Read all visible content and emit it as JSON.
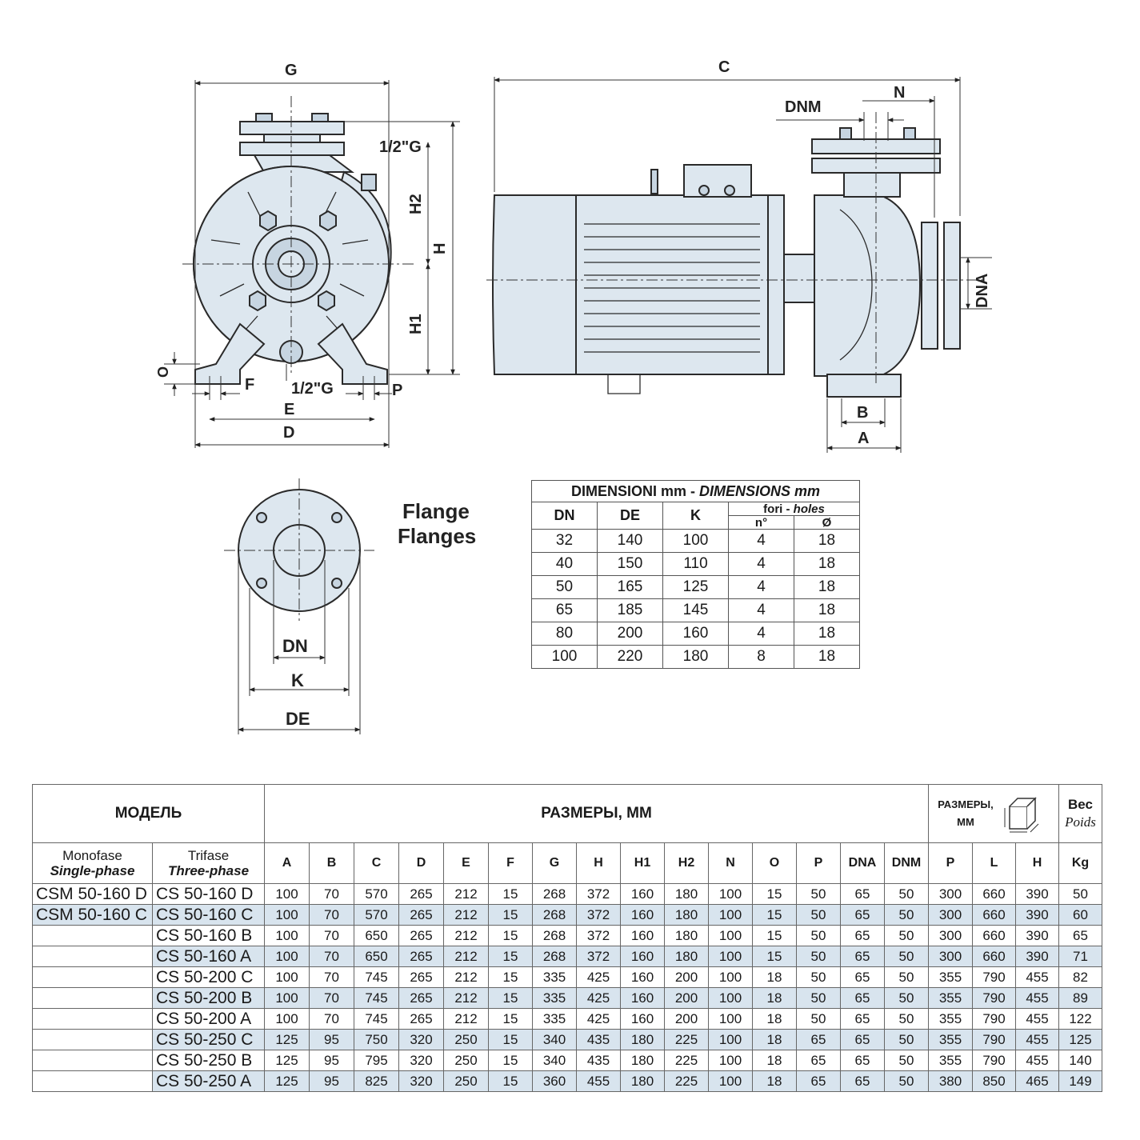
{
  "drawing": {
    "front_view_labels": {
      "G": "G",
      "H2": "H2",
      "H": "H",
      "H1": "H1",
      "O": "O",
      "F": "F",
      "E": "E",
      "D": "D",
      "P": "P",
      "thread_top": "1/2\"G",
      "thread_bottom": "1/2\"G"
    },
    "side_view_labels": {
      "C": "C",
      "DNM": "DNM",
      "N": "N",
      "DNA": "DNA",
      "B": "B",
      "A": "A"
    },
    "flange_view_labels": {
      "DN": "DN",
      "K": "K",
      "DE": "DE"
    },
    "flange_title_1": "Flange",
    "flange_title_2": "Flanges"
  },
  "flange_table": {
    "title_plain": "DIMENSIONI mm - ",
    "title_italic": "DIMENSIONS mm",
    "col_dn": "DN",
    "col_de": "DE",
    "col_k": "K",
    "holes_plain": "fori - ",
    "holes_italic": "holes",
    "col_n": "n°",
    "col_d": "Ø",
    "rows": [
      [
        "32",
        "140",
        "100",
        "4",
        "18"
      ],
      [
        "40",
        "150",
        "110",
        "4",
        "18"
      ],
      [
        "50",
        "165",
        "125",
        "4",
        "18"
      ],
      [
        "65",
        "185",
        "145",
        "4",
        "18"
      ],
      [
        "80",
        "200",
        "160",
        "4",
        "18"
      ],
      [
        "100",
        "220",
        "180",
        "8",
        "18"
      ]
    ]
  },
  "main_table": {
    "model_header": "МОДЕЛЬ",
    "dims_header": "РАЗМЕРЫ, ММ",
    "pack_header_1": "РАЗМЕРЫ,",
    "pack_header_2": "ММ",
    "weight_header_1": "Вес",
    "weight_header_2": "Poids",
    "mono_1": "Monofase",
    "mono_2": "Single-phase",
    "tri_1": "Trifase",
    "tri_2": "Three-phase",
    "columns": [
      "A",
      "B",
      "C",
      "D",
      "E",
      "F",
      "G",
      "H",
      "H1",
      "H2",
      "N",
      "O",
      "P",
      "DNA",
      "DNM",
      "P",
      "L",
      "H",
      "Kg"
    ],
    "rows": [
      {
        "mono": "CSM 50-160 D",
        "tri": "CS 50-160 D",
        "vals": [
          "100",
          "70",
          "570",
          "265",
          "212",
          "15",
          "268",
          "372",
          "160",
          "180",
          "100",
          "15",
          "50",
          "65",
          "50",
          "300",
          "660",
          "390",
          "50"
        ]
      },
      {
        "mono": "CSM 50-160 C",
        "tri": "CS 50-160 C",
        "vals": [
          "100",
          "70",
          "570",
          "265",
          "212",
          "15",
          "268",
          "372",
          "160",
          "180",
          "100",
          "15",
          "50",
          "65",
          "50",
          "300",
          "660",
          "390",
          "60"
        ]
      },
      {
        "mono": "",
        "tri": "CS 50-160 B",
        "vals": [
          "100",
          "70",
          "650",
          "265",
          "212",
          "15",
          "268",
          "372",
          "160",
          "180",
          "100",
          "15",
          "50",
          "65",
          "50",
          "300",
          "660",
          "390",
          "65"
        ]
      },
      {
        "mono": "",
        "tri": "CS 50-160 A",
        "vals": [
          "100",
          "70",
          "650",
          "265",
          "212",
          "15",
          "268",
          "372",
          "160",
          "180",
          "100",
          "15",
          "50",
          "65",
          "50",
          "300",
          "660",
          "390",
          "71"
        ]
      },
      {
        "mono": "",
        "tri": "CS 50-200 C",
        "vals": [
          "100",
          "70",
          "745",
          "265",
          "212",
          "15",
          "335",
          "425",
          "160",
          "200",
          "100",
          "18",
          "50",
          "65",
          "50",
          "355",
          "790",
          "455",
          "82"
        ]
      },
      {
        "mono": "",
        "tri": "CS 50-200 B",
        "vals": [
          "100",
          "70",
          "745",
          "265",
          "212",
          "15",
          "335",
          "425",
          "160",
          "200",
          "100",
          "18",
          "50",
          "65",
          "50",
          "355",
          "790",
          "455",
          "89"
        ]
      },
      {
        "mono": "",
        "tri": "CS 50-200 A",
        "vals": [
          "100",
          "70",
          "745",
          "265",
          "212",
          "15",
          "335",
          "425",
          "160",
          "200",
          "100",
          "18",
          "50",
          "65",
          "50",
          "355",
          "790",
          "455",
          "122"
        ]
      },
      {
        "mono": "",
        "tri": "CS 50-250 C",
        "vals": [
          "125",
          "95",
          "750",
          "320",
          "250",
          "15",
          "340",
          "435",
          "180",
          "225",
          "100",
          "18",
          "65",
          "65",
          "50",
          "355",
          "790",
          "455",
          "125"
        ]
      },
      {
        "mono": "",
        "tri": "CS 50-250 B",
        "vals": [
          "125",
          "95",
          "795",
          "320",
          "250",
          "15",
          "340",
          "435",
          "180",
          "225",
          "100",
          "18",
          "65",
          "65",
          "50",
          "355",
          "790",
          "455",
          "140"
        ]
      },
      {
        "mono": "",
        "tri": "CS 50-250 A",
        "vals": [
          "125",
          "95",
          "825",
          "320",
          "250",
          "15",
          "360",
          "455",
          "180",
          "225",
          "100",
          "18",
          "65",
          "65",
          "50",
          "380",
          "850",
          "465",
          "149"
        ]
      }
    ]
  }
}
